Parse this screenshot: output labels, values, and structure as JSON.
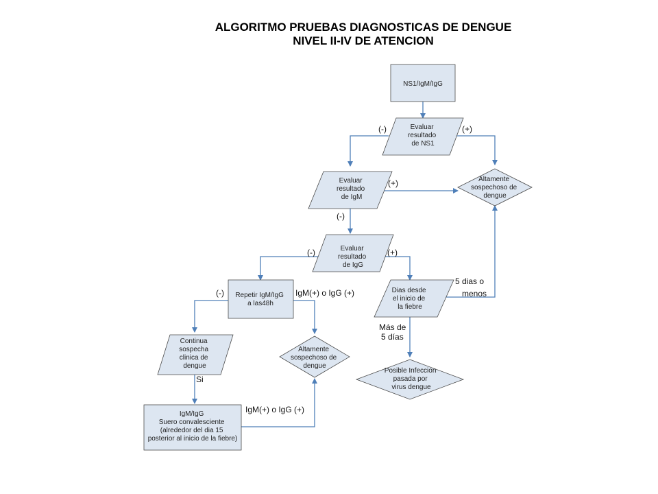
{
  "title": {
    "line1": "ALGORITMO PRUEBAS DIAGNOSTICAS DE DENGUE",
    "line2": "NIVEL II-IV DE ATENCION"
  },
  "colors": {
    "fill": "#dde6f1",
    "stroke": "#4a4a4a",
    "arrow": "#4f7fb8"
  },
  "nodes": {
    "start": [
      "NS1/IgM/IgG"
    ],
    "eval_ns1": [
      "Evaluar",
      "resultado",
      "de NS1"
    ],
    "eval_igm": [
      "Evaluar",
      "resultado",
      "de IgM"
    ],
    "eval_igg": [
      "Evaluar",
      "resultado",
      "de IgG"
    ],
    "suspect_top": [
      "Altamente",
      "sospechoso de",
      "dengue"
    ],
    "repeat": [
      "Repetir IgM/IgG",
      "a las48h"
    ],
    "dias": [
      "Dias desde",
      "el inicio de",
      "la fiebre"
    ],
    "continua": [
      "Continua",
      "sospecha",
      "clinica de",
      "dengue"
    ],
    "suspect_mid": [
      "Altamente",
      "sospechoso de",
      "dengue"
    ],
    "posible": [
      "Posible Infeccion",
      "pasada  por",
      "virus dengue"
    ],
    "igm_igg_box": [
      "IgM/IgG",
      "Suero convalesciente",
      "(alrededor del dia 15",
      "posterior al inicio de la fiebre)"
    ]
  },
  "edge_labels": {
    "ns1_neg": "(-)",
    "ns1_pos": "(+)",
    "igm_pos": "(+)",
    "igm_neg": "(-)",
    "igg_neg": "(-)",
    "igg_pos": "(+)",
    "repeat_neg": "(-)",
    "repeat_pos": "IgM(+) o IgG (+)",
    "five_days_1": "5 dias o",
    "five_days_2": "menos",
    "more_1": "Más de",
    "more_2": "5 días",
    "si": "Si",
    "box_pos": "IgM(+) o IgG (+)"
  }
}
